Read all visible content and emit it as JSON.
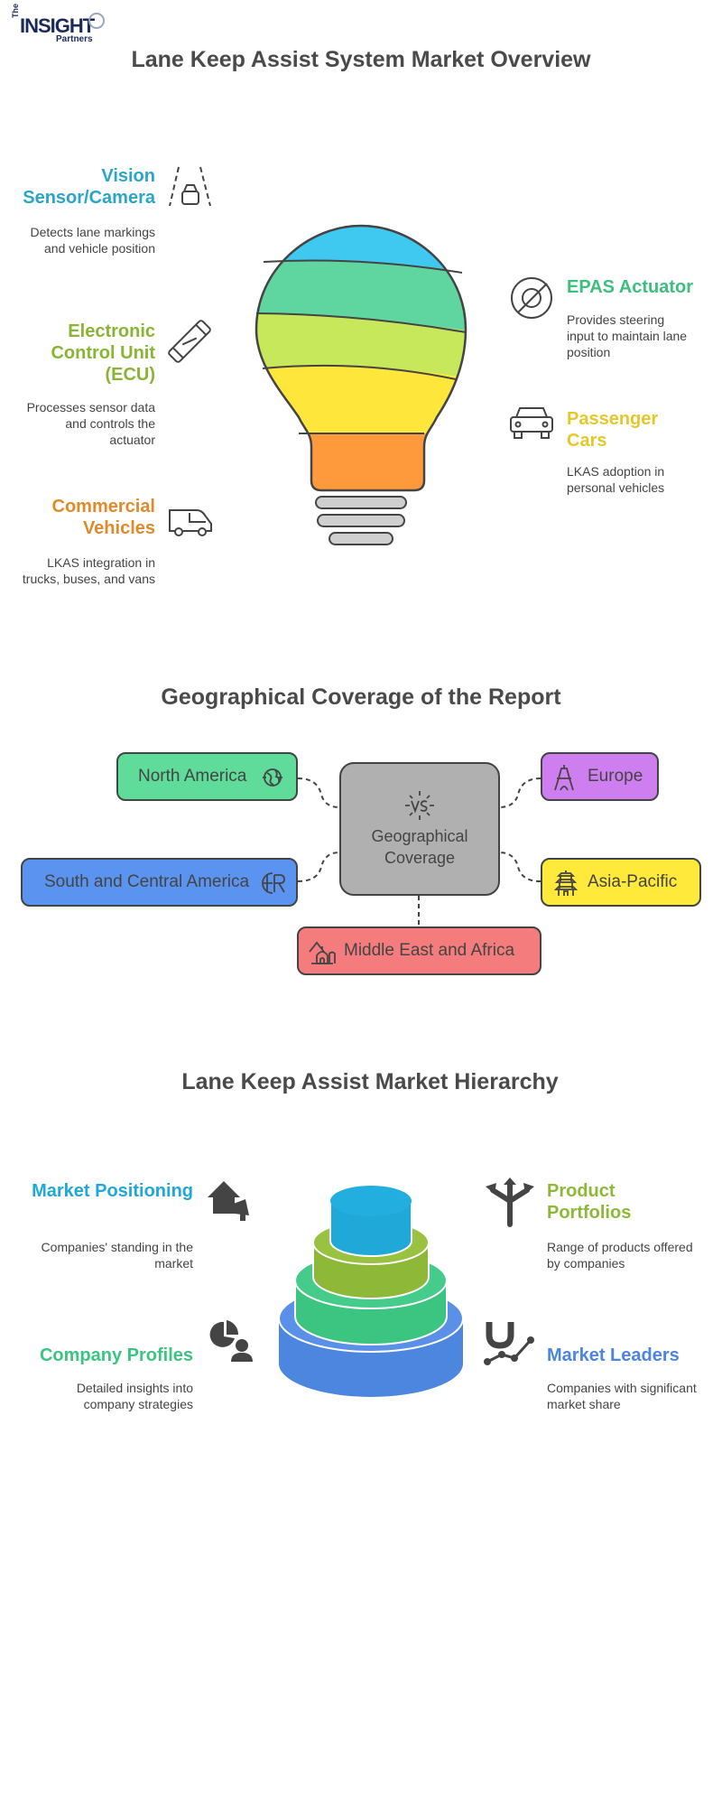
{
  "logo": {
    "the": "The",
    "insight": "INSIGHT",
    "partners": "Partners"
  },
  "section1": {
    "title": "Lane Keep Assist System Market Overview",
    "items": [
      {
        "title": "Vision Sensor/Camera",
        "desc": "Detects lane markings and vehicle position",
        "color": "#2aa6c8",
        "icon": "road-car-icon"
      },
      {
        "title": "Electronic Control Unit (ECU)",
        "desc": "Processes sensor data and controls the actuator",
        "color": "#8ab534",
        "icon": "ecu-chip-icon"
      },
      {
        "title": "Commercial Vehicles",
        "desc": "LKAS integration in trucks, buses, and vans",
        "color": "#e08a2a",
        "icon": "van-icon"
      },
      {
        "title": "EPAS Actuator",
        "desc": "Provides steering input to maintain lane position",
        "color": "#3dbf7e",
        "icon": "no-steering-icon"
      },
      {
        "title": "Passenger Cars",
        "desc": "LKAS adoption in personal vehicles",
        "color": "#e6c82a",
        "icon": "car-front-icon"
      }
    ]
  },
  "section2": {
    "title": "Geographical Coverage of the Report",
    "center": "Geographical Coverage",
    "regions": [
      {
        "label": "North America",
        "color": "#5fdc9a",
        "icon": "globe-americas-icon"
      },
      {
        "label": "South and Central America",
        "color": "#5b93f0",
        "icon": "globe-er-icon"
      },
      {
        "label": "Middle East and Africa",
        "color": "#f47c7c",
        "icon": "desert-mosque-icon"
      },
      {
        "label": "Europe",
        "color": "#cf7ef0",
        "icon": "eiffel-tower-icon"
      },
      {
        "label": "Asia-Pacific",
        "color": "#ffe93b",
        "icon": "pagoda-icon"
      }
    ]
  },
  "section3": {
    "title": "Lane Keep Assist Market Hierarchy",
    "items": [
      {
        "title": "Market Positioning",
        "desc": "Companies' standing in the market",
        "color": "#1fa8d8",
        "icon": "house-megaphone-icon"
      },
      {
        "title": "Company Profiles",
        "desc": "Detailed insights into company strategies",
        "color": "#3cc481",
        "icon": "pie-person-icon"
      },
      {
        "title": "Product Portfolios",
        "desc": "Range of products offered by companies",
        "color": "#8db838",
        "icon": "split-arrows-icon"
      },
      {
        "title": "Market Leaders",
        "desc": "Companies with significant market share",
        "color": "#4d86df",
        "icon": "magnet-chart-icon"
      }
    ]
  }
}
